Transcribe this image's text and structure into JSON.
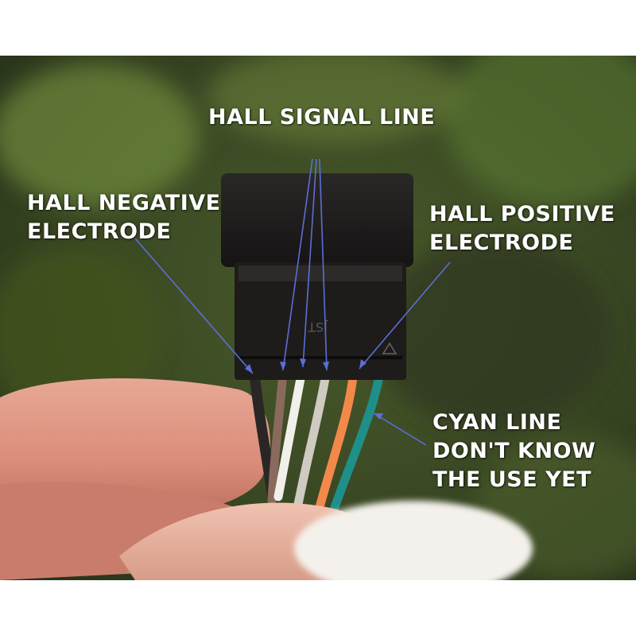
{
  "labels": {
    "hall_signal": "HALL SIGNAL LINE",
    "hall_negative": [
      "HALL NEGATIVE",
      "ELECTRODE"
    ],
    "hall_positive": [
      "HALL POSITIVE",
      "ELECTRODE"
    ],
    "cyan": [
      "CYAN LINE",
      "DON'T KNOW",
      "THE USE YET"
    ]
  },
  "connector_marking": "JST",
  "colors": {
    "label_text": "#ffffff",
    "pointer_line": "#5a6fd6",
    "connector": "#1c1a1a",
    "wire_brown": "#8a6a5c",
    "wire_white": "#f2f0ea",
    "wire_gray": "#cfcac2",
    "wire_orange": "#f2894a",
    "wire_cyan": "#1f8f8a",
    "wire_black": "#2a2626"
  }
}
